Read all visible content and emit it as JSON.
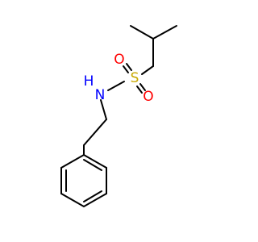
{
  "molecule": {
    "atoms": {
      "sulfur": "S",
      "oxygen_top": "O",
      "oxygen_bottom": "O",
      "nitrogen": "N",
      "hydrogen": "H"
    },
    "colors": {
      "bond": "#000000",
      "sulfur": "#c8a800",
      "oxygen": "#ff0000",
      "nitrogen": "#0000ff"
    }
  }
}
